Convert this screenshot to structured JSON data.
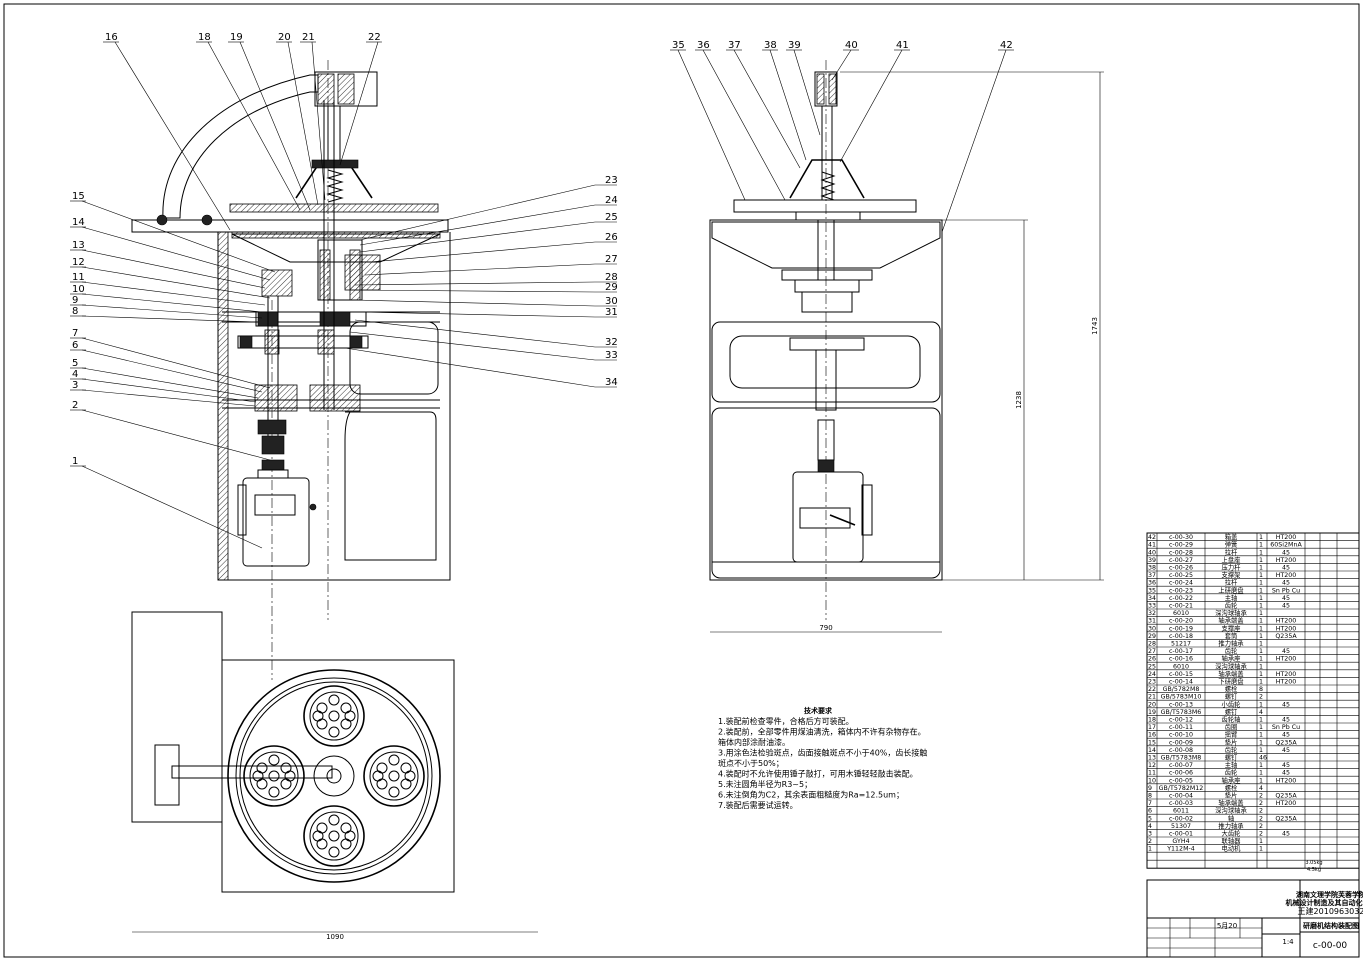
{
  "callouts_left": [
    "16",
    "18",
    "19",
    "20",
    "21",
    "22",
    "23",
    "24",
    "25",
    "26",
    "27",
    "28",
    "29",
    "30",
    "31",
    "32",
    "33",
    "34",
    "15",
    "14",
    "13",
    "12",
    "11",
    "10",
    "9",
    "8",
    "7",
    "6",
    "5",
    "4",
    "3",
    "2",
    "1"
  ],
  "callouts_right": [
    "35",
    "36",
    "37",
    "38",
    "39",
    "40",
    "41",
    "42"
  ],
  "dimensions": {
    "width_left": "1090",
    "width_right": "790",
    "height_inner": "1238",
    "height_outer": "1743"
  },
  "notes": {
    "heading": "技术要求",
    "items": [
      "1.装配前检查零件，合格后方可装配。",
      "2.装配前，全部零件用煤油清洗，箱体内不许有杂物存在。",
      "   箱体内部涂耐油漆。",
      "3.用涂色法检验斑点，齿面接触斑点不小于40%，齿长接触",
      "   斑点不小于50%；",
      "4.装配时不允许使用锤子敲打，可用木锤轻轻敲击装配。",
      "5.未注圆角半径为R3~5；",
      "6.未注倒角为C2，其余表面粗糙度为Ra=12.5um；",
      "7.装配后需要试运转。"
    ]
  },
  "parts": [
    {
      "no": "42",
      "code": "c-00-30",
      "name": "箱盖",
      "qty": "1",
      "mat": "HT200"
    },
    {
      "no": "41",
      "code": "c-00-29",
      "name": "弹簧",
      "qty": "1",
      "mat": "60Si2MnA"
    },
    {
      "no": "40",
      "code": "c-00-28",
      "name": "拉杆",
      "qty": "1",
      "mat": "45"
    },
    {
      "no": "39",
      "code": "c-00-27",
      "name": "上盘座",
      "qty": "1",
      "mat": "HT200"
    },
    {
      "no": "38",
      "code": "c-00-26",
      "name": "压力杆",
      "qty": "1",
      "mat": "45"
    },
    {
      "no": "37",
      "code": "c-00-25",
      "name": "支撑架",
      "qty": "1",
      "mat": "HT200"
    },
    {
      "no": "36",
      "code": "c-00-24",
      "name": "拉杆",
      "qty": "1",
      "mat": "45"
    },
    {
      "no": "35",
      "code": "c-00-23",
      "name": "上研磨盘",
      "qty": "1",
      "mat": "Sn Pb Cu"
    },
    {
      "no": "34",
      "code": "c-00-22",
      "name": "主轴",
      "qty": "1",
      "mat": "45"
    },
    {
      "no": "33",
      "code": "c-00-21",
      "name": "齿轮",
      "qty": "1",
      "mat": "45"
    },
    {
      "no": "32",
      "code": "6010",
      "name": "深沟球轴承",
      "qty": "1",
      "mat": ""
    },
    {
      "no": "31",
      "code": "c-00-20",
      "name": "轴承端盖",
      "qty": "1",
      "mat": "HT200"
    },
    {
      "no": "30",
      "code": "c-00-19",
      "name": "支撑座",
      "qty": "1",
      "mat": "HT200"
    },
    {
      "no": "29",
      "code": "c-00-18",
      "name": "套筒",
      "qty": "1",
      "mat": "Q235A"
    },
    {
      "no": "28",
      "code": "51217",
      "name": "推力轴承",
      "qty": "1",
      "mat": ""
    },
    {
      "no": "27",
      "code": "c-00-17",
      "name": "齿轮",
      "qty": "1",
      "mat": "45"
    },
    {
      "no": "26",
      "code": "c-00-16",
      "name": "轴承座",
      "qty": "1",
      "mat": "HT200"
    },
    {
      "no": "25",
      "code": "6010",
      "name": "深沟球轴承",
      "qty": "1",
      "mat": ""
    },
    {
      "no": "24",
      "code": "c-00-15",
      "name": "轴承端盖",
      "qty": "1",
      "mat": "HT200"
    },
    {
      "no": "23",
      "code": "c-00-14",
      "name": "下研磨盘",
      "qty": "1",
      "mat": "HT200"
    },
    {
      "no": "22",
      "code": "GB/5782M8",
      "name": "螺栓",
      "qty": "8",
      "mat": ""
    },
    {
      "no": "21",
      "code": "GB/5783M10",
      "name": "螺钉",
      "qty": "2",
      "mat": ""
    },
    {
      "no": "20",
      "code": "c-00-13",
      "name": "小齿轮",
      "qty": "1",
      "mat": "45"
    },
    {
      "no": "19",
      "code": "GB/T5783M6",
      "name": "螺钉",
      "qty": "4",
      "mat": ""
    },
    {
      "no": "18",
      "code": "c-00-12",
      "name": "齿轮轴",
      "qty": "1",
      "mat": "45"
    },
    {
      "no": "17",
      "code": "c-00-11",
      "name": "齿圈",
      "qty": "1",
      "mat": "Sn Pb Cu"
    },
    {
      "no": "16",
      "code": "c-00-10",
      "name": "摇臂",
      "qty": "1",
      "mat": "45"
    },
    {
      "no": "15",
      "code": "c-00-09",
      "name": "垫片",
      "qty": "1",
      "mat": "Q235A"
    },
    {
      "no": "14",
      "code": "c-00-08",
      "name": "齿轮",
      "qty": "1",
      "mat": "45"
    },
    {
      "no": "13",
      "code": "GB/T5783M8",
      "name": "螺钉",
      "qty": "46",
      "mat": ""
    },
    {
      "no": "12",
      "code": "c-00-07",
      "name": "主轴",
      "qty": "1",
      "mat": "45"
    },
    {
      "no": "11",
      "code": "c-00-06",
      "name": "齿轮",
      "qty": "1",
      "mat": "45"
    },
    {
      "no": "10",
      "code": "c-00-05",
      "name": "轴承座",
      "qty": "1",
      "mat": "HT200"
    },
    {
      "no": "9",
      "code": "GB/T5782M12",
      "name": "螺栓",
      "qty": "4",
      "mat": ""
    },
    {
      "no": "8",
      "code": "c-00-04",
      "name": "垫片",
      "qty": "2",
      "mat": "Q235A"
    },
    {
      "no": "7",
      "code": "c-00-03",
      "name": "轴承端盖",
      "qty": "2",
      "mat": "HT200"
    },
    {
      "no": "6",
      "code": "6011",
      "name": "深沟球轴承",
      "qty": "2",
      "mat": ""
    },
    {
      "no": "5",
      "code": "c-00-02",
      "name": "轴",
      "qty": "2",
      "mat": "Q235A"
    },
    {
      "no": "4",
      "code": "51307",
      "name": "推力轴承",
      "qty": "2",
      "mat": ""
    },
    {
      "no": "3",
      "code": "c-00-01",
      "name": "大齿轮",
      "qty": "2",
      "mat": "45"
    },
    {
      "no": "2",
      "code": "GYH4",
      "name": "联轴器",
      "qty": "1",
      "mat": ""
    },
    {
      "no": "1",
      "code": "Y112M-4",
      "name": "电动机",
      "qty": "1",
      "mat": ""
    }
  ],
  "title_block": {
    "school": "湖南文理学院芙蓉学院",
    "dept": "机械设计制造及其自动化专业",
    "class_id": "王建2010963032",
    "drawing_title": "研磨机结构装配图",
    "scale": "1:4",
    "drawing_no": "c-00-00",
    "mass1": "3.05kg",
    "mass2": "4.5kg",
    "date": "5月20"
  }
}
